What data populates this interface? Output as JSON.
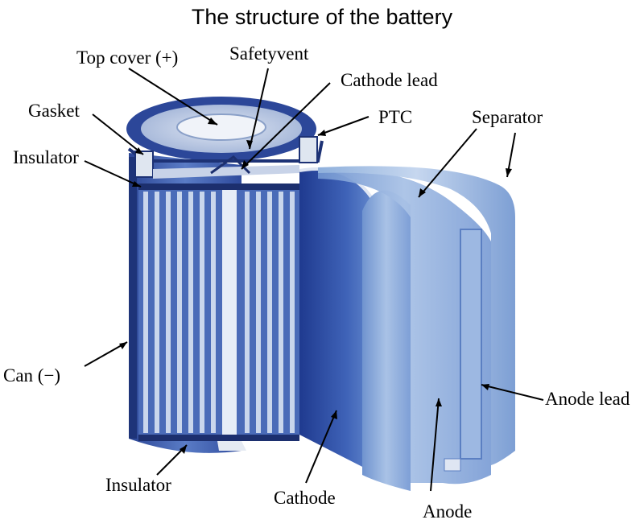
{
  "title": "The structure of the battery",
  "labels": {
    "top_cover": "Top cover (+)",
    "safety_vent": "Safetyvent",
    "cathode_lead": "Cathode lead",
    "gasket": "Gasket",
    "ptc": "PTC",
    "separator": "Separator",
    "insulator_top": "Insulator",
    "can": "Can (−)",
    "anode_lead": "Anode lead",
    "insulator_bottom": "Insulator",
    "cathode": "Cathode",
    "anode": "Anode"
  },
  "colors": {
    "cathode_blue": "#2f4fa8",
    "sheet_blue": "#8fb0dc",
    "can_blue": "#3552a6"
  }
}
